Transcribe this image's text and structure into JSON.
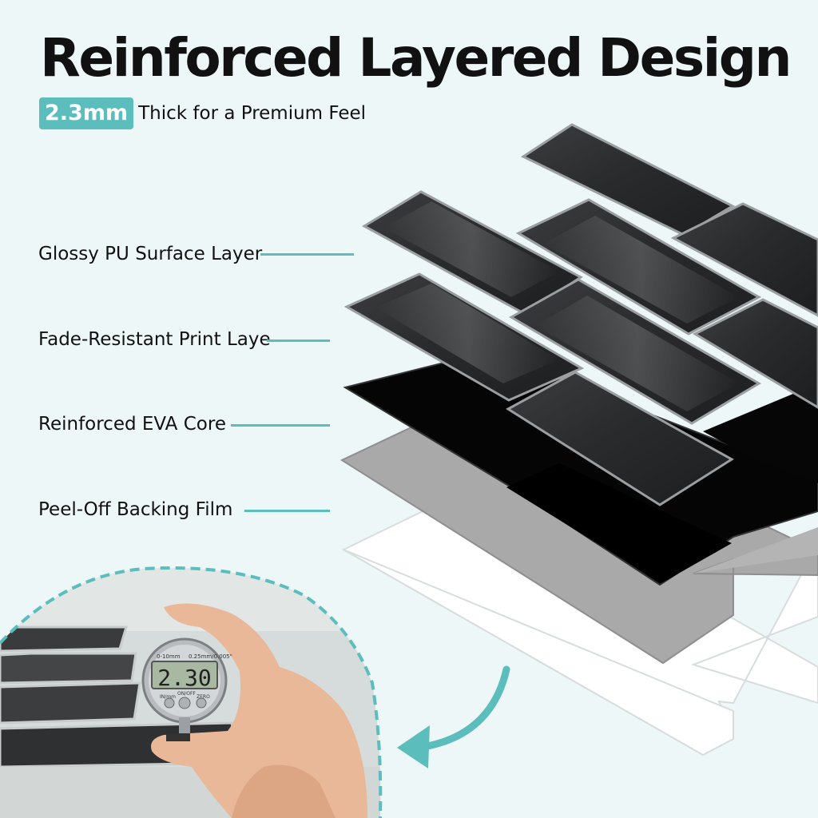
{
  "header": {
    "title": "Reinforced Layered Design",
    "badge": "2.3mm",
    "subtitle": "Thick for a Premium Feel"
  },
  "layers": [
    {
      "label": "Glossy PU Surface Layer"
    },
    {
      "label": "Fade-Resistant Print Laye"
    },
    {
      "label": "Reinforced EVA Core"
    },
    {
      "label": "Peel-Off Backing Film"
    }
  ],
  "gauge": {
    "reading": "2.30",
    "range_label": "0-10mm",
    "spec_label": "0.25mm/0.005\"",
    "unit_label": "IN/mm",
    "power_label": "ON/OFF",
    "zero_label": "ZERO"
  },
  "colors": {
    "accent": "#5bbdbc",
    "background": "#eef7f8",
    "tile": "#2e2f31",
    "core": "#050505",
    "backing": "#a7a7a7",
    "film": "#ffffff"
  }
}
